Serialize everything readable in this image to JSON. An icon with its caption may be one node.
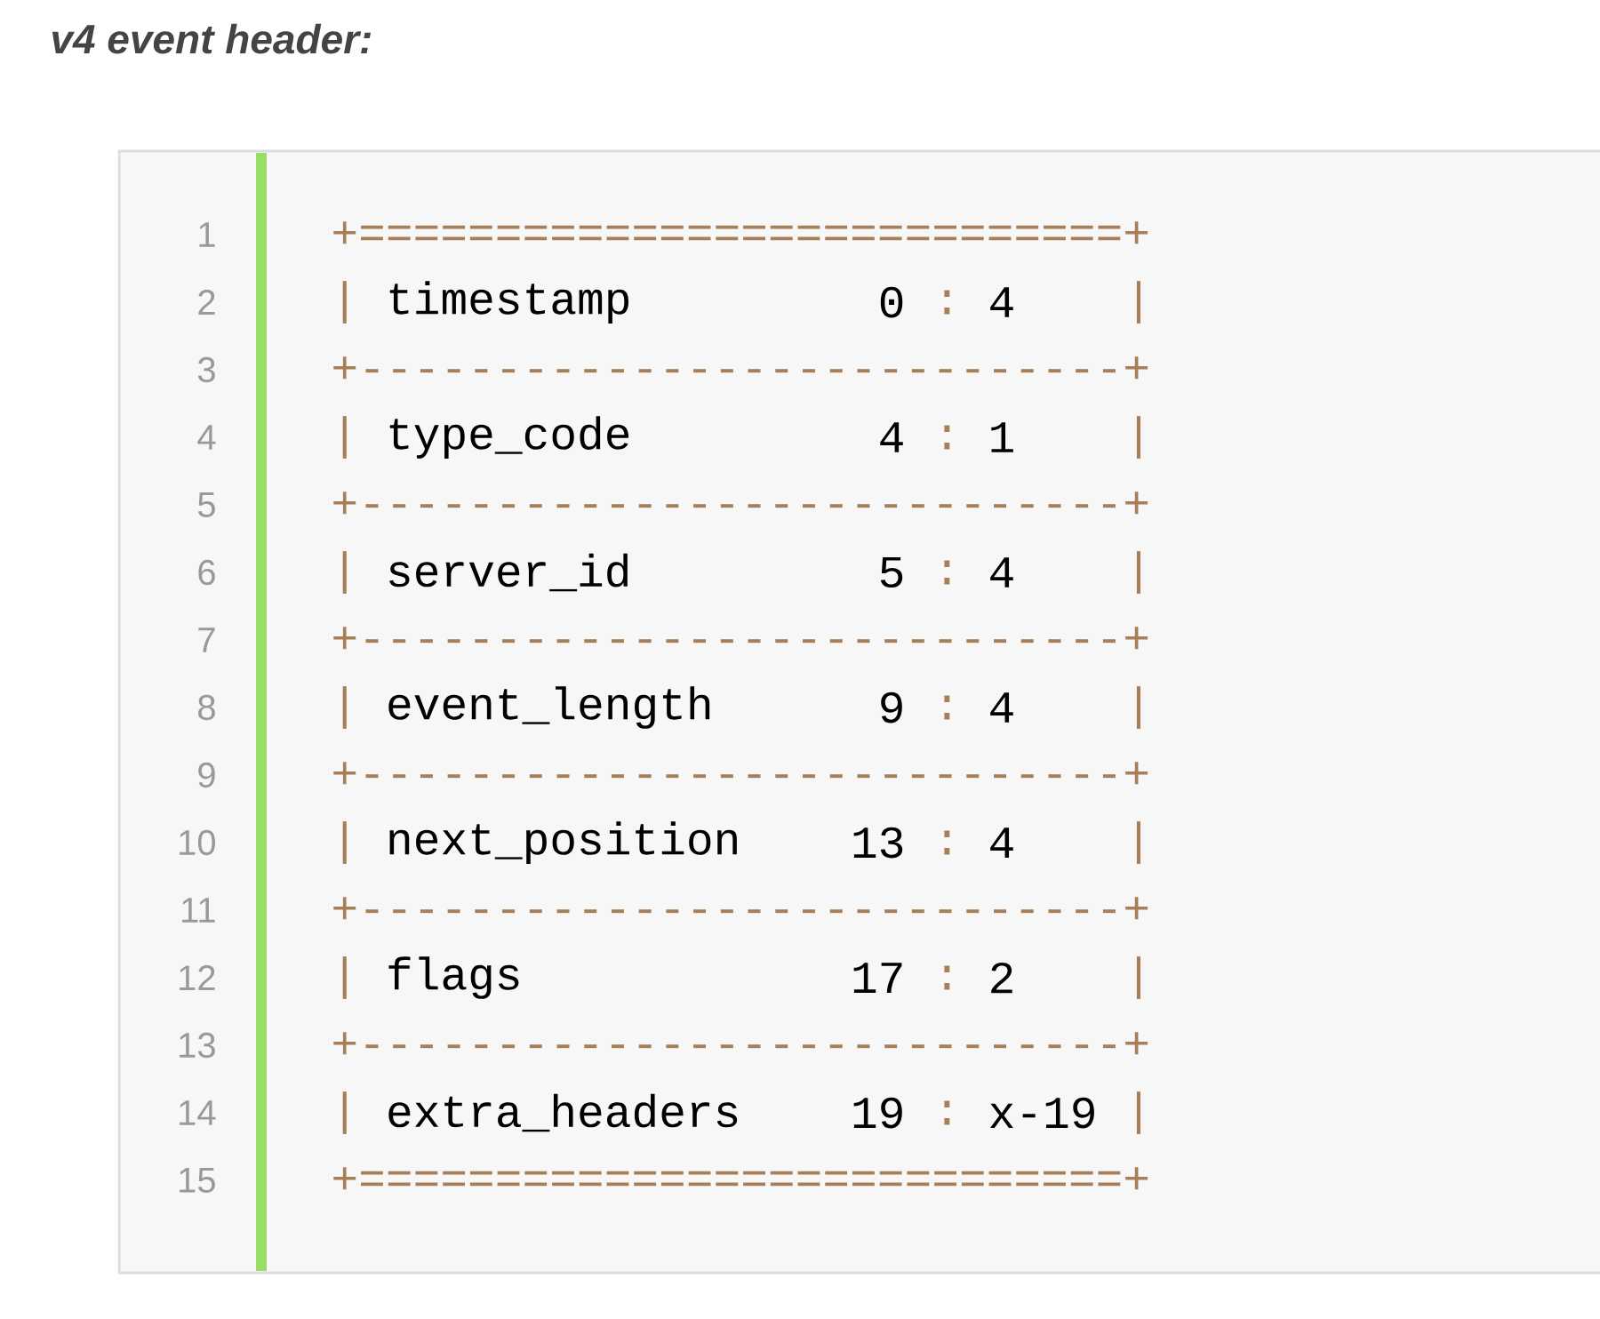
{
  "diagram": {
    "title": "v4 event header:",
    "labels": [
      "1",
      "+============================+",
      "2",
      "|",
      "timestamp",
      "0",
      ":",
      "4",
      "|",
      "3",
      "+----------------------------+",
      "4",
      "|",
      "type_code",
      "4",
      ":",
      "1",
      "|",
      "5",
      "+----------------------------+",
      "6",
      "|",
      "server_id",
      "5",
      ":",
      "4",
      "|",
      "7",
      "+----------------------------+",
      "8",
      "|",
      "event_length",
      "9",
      ":",
      "4",
      "|",
      "9",
      "+----------------------------+",
      "10",
      "|",
      "next_position",
      "13",
      ":",
      "4",
      "|",
      "11",
      "+----------------------------+",
      "12",
      "|",
      "flags",
      "17",
      ":",
      "2",
      "|",
      "13",
      "+----------------------------+",
      "14",
      "|",
      "extra_headers",
      "19",
      ":",
      "x-19",
      "|",
      "15",
      "+============================+"
    ]
  }
}
